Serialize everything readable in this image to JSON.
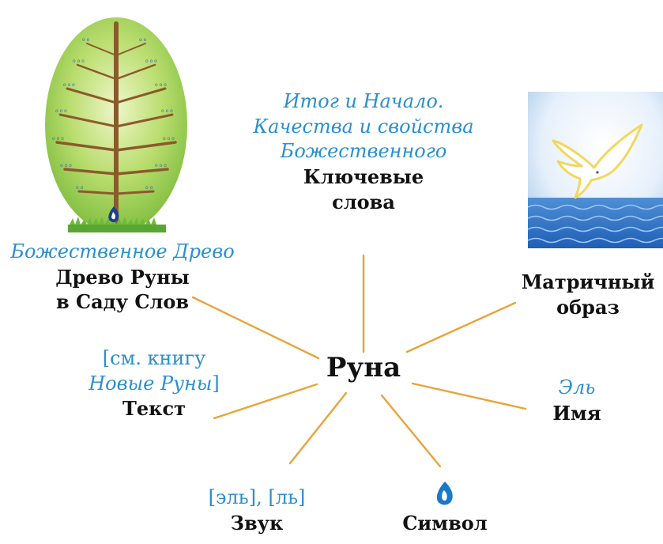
{
  "center": {
    "label": "Руна"
  },
  "colors": {
    "accent_blue": "#2b8fce",
    "connector": "#e8a33a",
    "text": "#111111"
  },
  "nodes": {
    "keywords": {
      "note_lines": [
        "Итог и Начало.",
        "Качества и свойства",
        "Божественного"
      ],
      "label_lines": [
        "Ключевые",
        "слова"
      ]
    },
    "tree": {
      "note": "Божественное Древо",
      "label_lines": [
        "Древо Руны",
        "в Саду Слов"
      ],
      "illustration": "tree-illustration"
    },
    "matrix": {
      "label_lines": [
        "Матричный",
        "образ"
      ],
      "illustration": "dove-over-water-illustration"
    },
    "text": {
      "note_line1": "[см. книгу",
      "note_line2_italic": "Новые Руны",
      "note_line2_end": "]",
      "label": "Текст"
    },
    "name": {
      "note": "Эль",
      "label": "Имя"
    },
    "sound": {
      "note": "[эль], [ль]",
      "label": "Звук"
    },
    "symbol": {
      "icon": "rune-drop-icon",
      "label": "Символ"
    }
  }
}
